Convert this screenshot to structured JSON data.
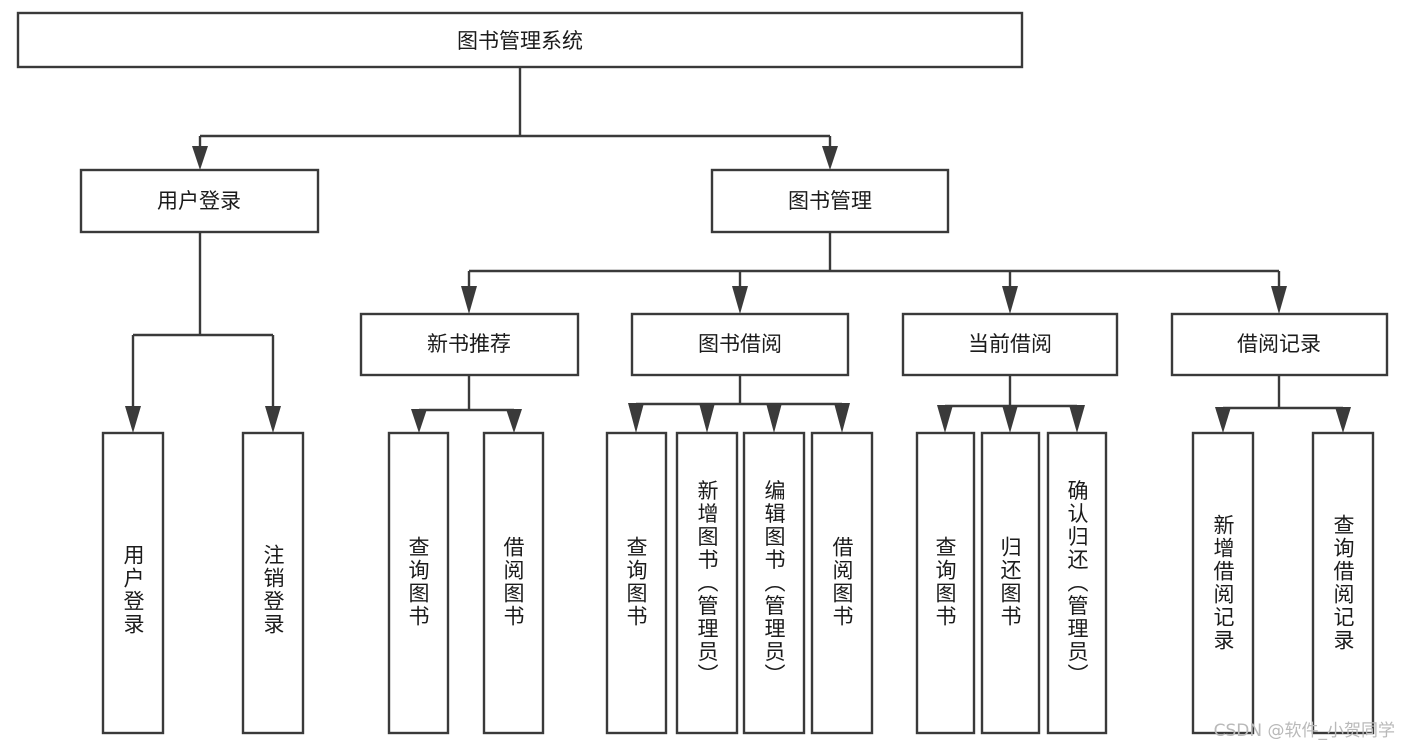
{
  "diagram": {
    "type": "tree-hierarchy-chart",
    "title": "图书管理系统",
    "watermark": "CSDN @软件_小贺同学",
    "colors": {
      "stroke": "#3a3a3a",
      "fill": "#ffffff",
      "text": "#1b1b1b",
      "watermark": "#b9b9b9"
    },
    "levels": {
      "root": "图书管理系统",
      "level2": [
        "用户登录",
        "图书管理"
      ],
      "level3": [
        "新书推荐",
        "图书借阅",
        "当前借阅",
        "借阅记录"
      ]
    },
    "nodes": {
      "root": {
        "label": "图书管理系统"
      },
      "user_login": {
        "label": "用户登录"
      },
      "book_manage": {
        "label": "图书管理"
      },
      "new_book_rec": {
        "label": "新书推荐"
      },
      "book_borrow": {
        "label": "图书借阅"
      },
      "current_borrow": {
        "label": "当前借阅"
      },
      "borrow_record": {
        "label": "借阅记录"
      }
    },
    "leaves": {
      "user_login": [
        "用户登录",
        "注销登录"
      ],
      "new_book_rec": [
        "查询图书",
        "借阅图书"
      ],
      "book_borrow": [
        "查询图书",
        "新增图书（管理员）",
        "编辑图书（管理员）",
        "借阅图书"
      ],
      "current_borrow": [
        "查询图书",
        "归还图书",
        "确认归还（管理员）"
      ],
      "borrow_record": [
        "新增借阅记录",
        "查询借阅记录"
      ]
    },
    "edges": [
      {
        "from": "图书管理系统",
        "to": "用户登录"
      },
      {
        "from": "图书管理系统",
        "to": "图书管理"
      },
      {
        "from": "图书管理",
        "to": "新书推荐"
      },
      {
        "from": "图书管理",
        "to": "图书借阅"
      },
      {
        "from": "图书管理",
        "to": "当前借阅"
      },
      {
        "from": "图书管理",
        "to": "借阅记录"
      },
      {
        "from": "用户登录",
        "to": "用户登录"
      },
      {
        "from": "用户登录",
        "to": "注销登录"
      },
      {
        "from": "新书推荐",
        "to": "查询图书"
      },
      {
        "from": "新书推荐",
        "to": "借阅图书"
      },
      {
        "from": "图书借阅",
        "to": "查询图书"
      },
      {
        "from": "图书借阅",
        "to": "新增图书（管理员）"
      },
      {
        "from": "图书借阅",
        "to": "编辑图书（管理员）"
      },
      {
        "from": "图书借阅",
        "to": "借阅图书"
      },
      {
        "from": "当前借阅",
        "to": "查询图书"
      },
      {
        "from": "当前借阅",
        "to": "归还图书"
      },
      {
        "from": "当前借阅",
        "to": "确认归还（管理员）"
      },
      {
        "from": "借阅记录",
        "to": "新增借阅记录"
      },
      {
        "from": "借阅记录",
        "to": "查询借阅记录"
      }
    ]
  }
}
